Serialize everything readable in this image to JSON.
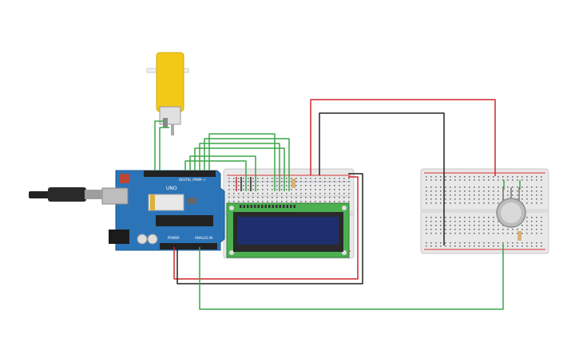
{
  "arduino": {
    "brand": "UNO",
    "digital_label": "DIGITAL (PWM~)",
    "power_label": "POWER",
    "analog_label": "ANALOG IN"
  },
  "colors": {
    "background": "#ffffff",
    "wire_green": "#3aa648",
    "wire_red": "#d0262b",
    "wire_black": "#222222",
    "arduino_board": "#2b74b8",
    "lcd_pcb": "#4caf50",
    "lcd_screen": "#1e2f6e",
    "motor": "#f3c918",
    "breadboard": "#e9e9e9"
  },
  "icons": [
    "usb-cable-icon",
    "dc-motor-icon",
    "gas-sensor-icon",
    "resistor-icon",
    "lcd-16x2-icon"
  ]
}
